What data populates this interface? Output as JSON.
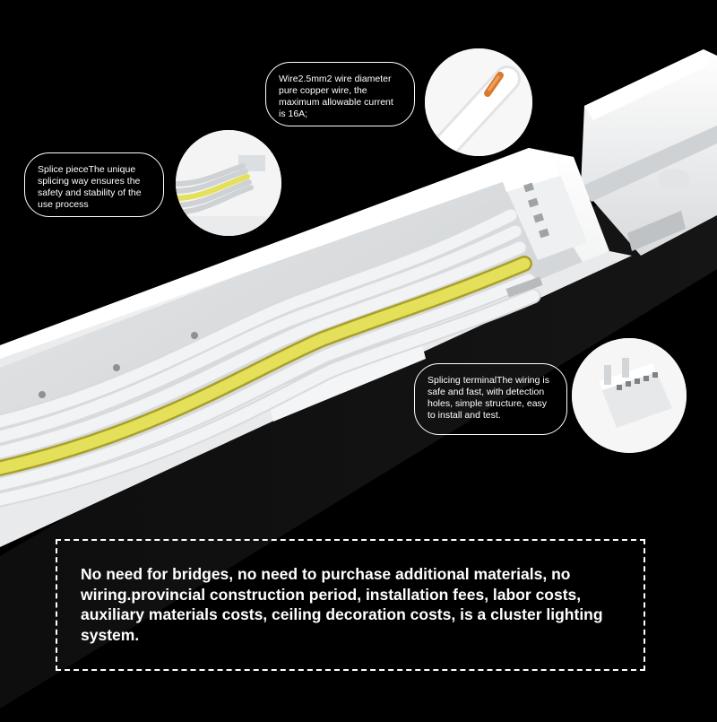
{
  "callouts": {
    "wire": {
      "title": "Wire",
      "text": "2.5mm2 wire diameter pure copper wire, the maximum allowable current is 16A;"
    },
    "splice_piece": {
      "title": "Splice piece",
      "text": "The unique splicing way ensures the safety and stability of the use process"
    },
    "splicing_terminal": {
      "title": "Splicing terminal",
      "text": "The wiring is safe and fast, with detection holes, simple structure, easy to install and test."
    }
  },
  "notice": {
    "text": "No need for bridges, no need to purchase additional materials, no wiring.provincial construction period, installation fees, labor costs, auxiliary materials costs, ceiling decoration costs, is a cluster lighting system."
  },
  "colors": {
    "background": "#000000",
    "housing": "#f2f3f4",
    "wire_white": "#e9eaec",
    "wire_yellow": "#e5e05a",
    "copper": "#d9792c",
    "text": "#ffffff"
  }
}
